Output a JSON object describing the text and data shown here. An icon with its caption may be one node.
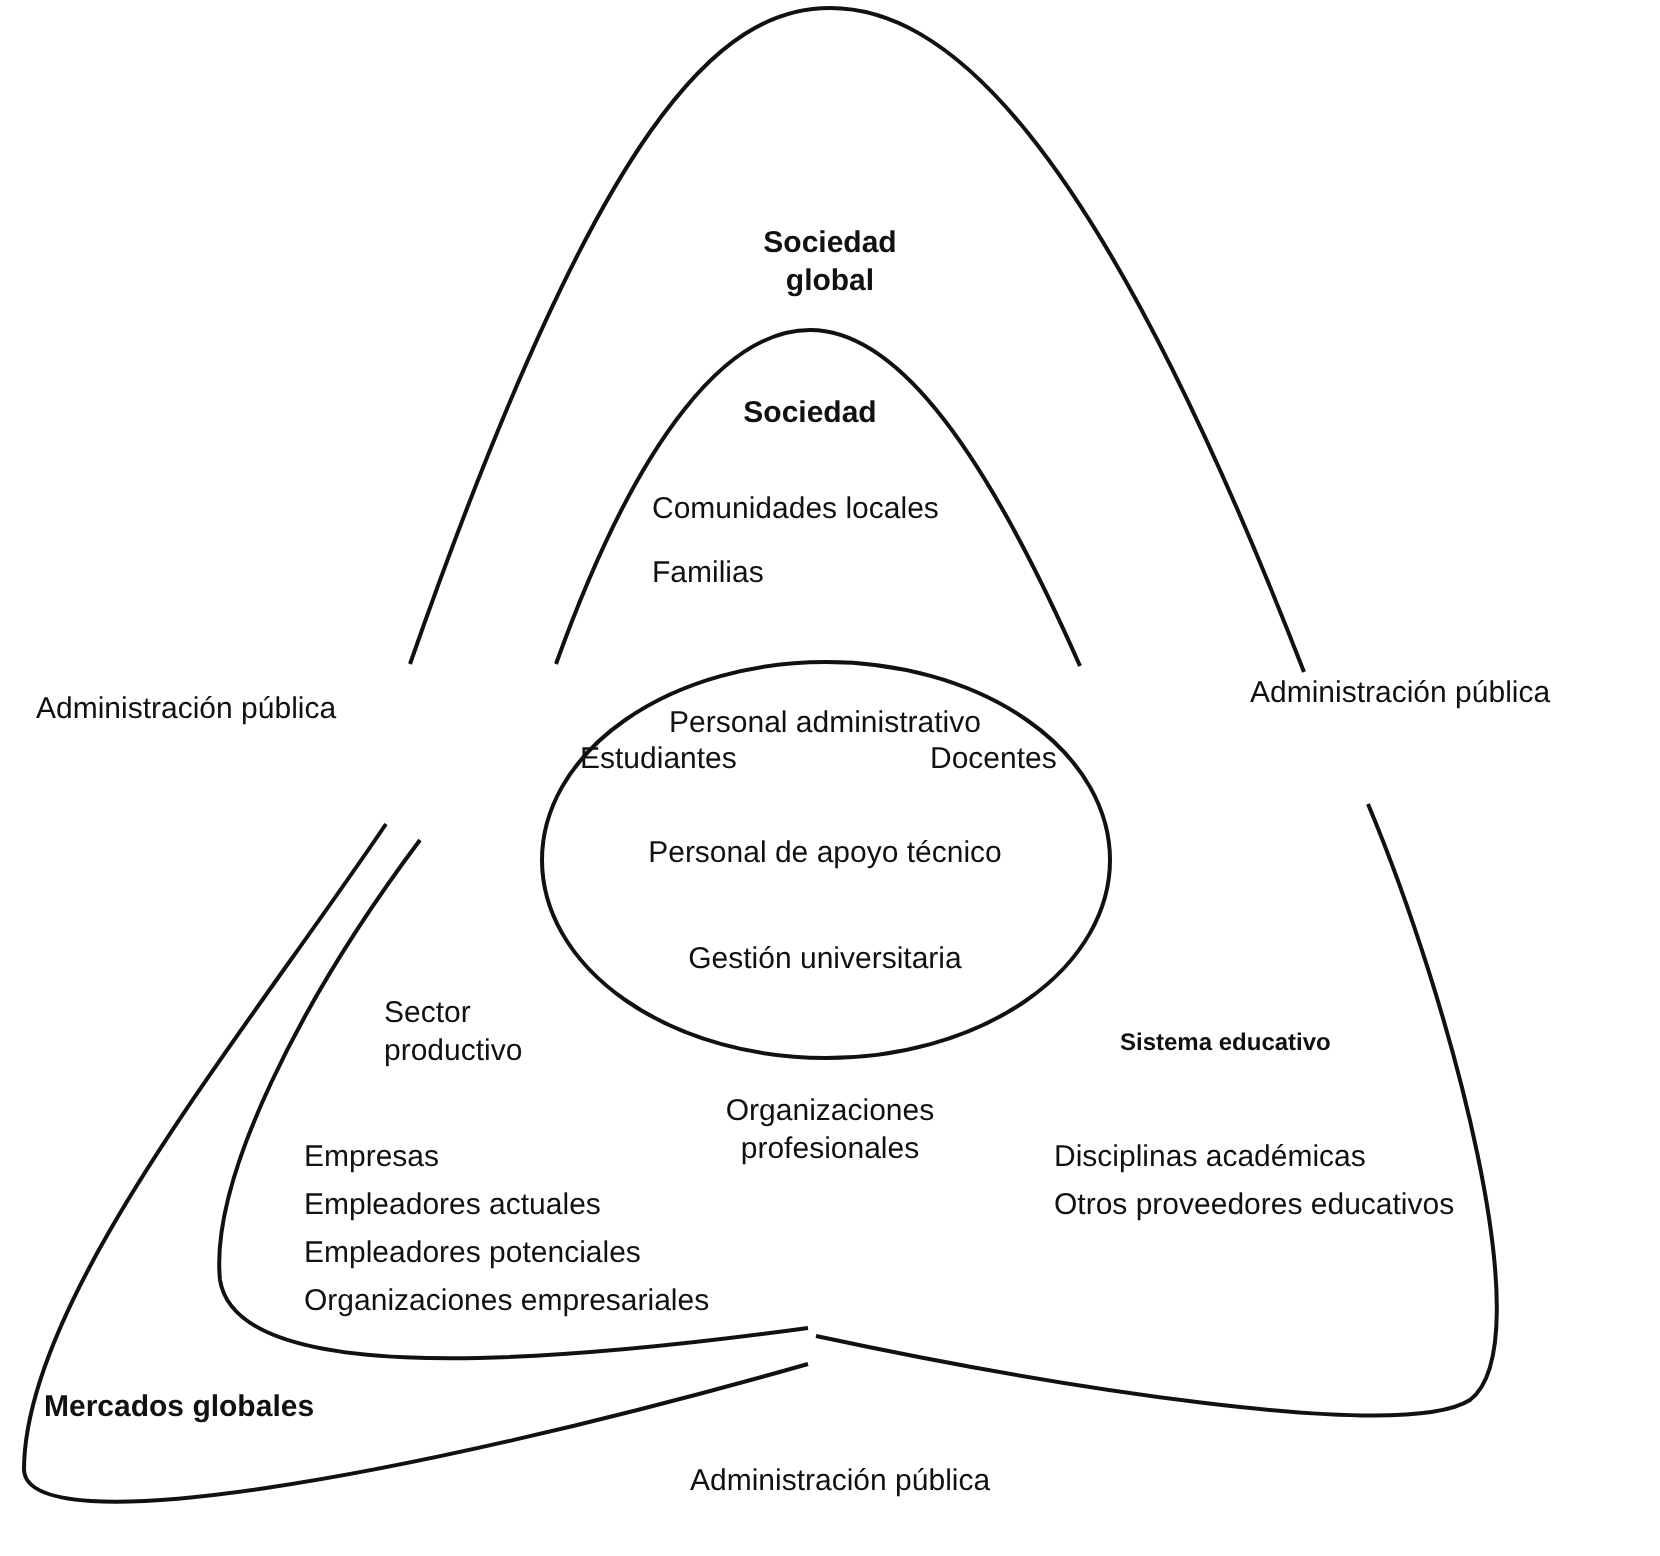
{
  "diagram": {
    "nodes": [
      {
        "text": [
          "Sociedad global"
        ]
      },
      {
        "text": [
          "Sociedad",
          "Comunidades locales",
          "Familias"
        ],
        "in": 0
      },
      {
        "text": [
          "Personal administrativo",
          "Estudiantes",
          "Docentes",
          "Personal de apoyo técnico",
          "Gestión universitaria"
        ]
      },
      {
        "text": [
          "Mercados globales"
        ]
      },
      {
        "text": [
          "Sector productivo",
          "Empresas",
          "Empleadores actuales",
          "Empleadores potenciales",
          "Organizaciones empresariales"
        ],
        "in": 3
      },
      {
        "text": [
          "Sistema educativo",
          "Disciplinas académicas",
          "Otros proveedores educativos"
        ]
      }
    ],
    "edges": [],
    "labels": [
      "Administración pública",
      "Administración pública",
      "Organizaciones profesionales",
      "Administración pública"
    ]
  }
}
